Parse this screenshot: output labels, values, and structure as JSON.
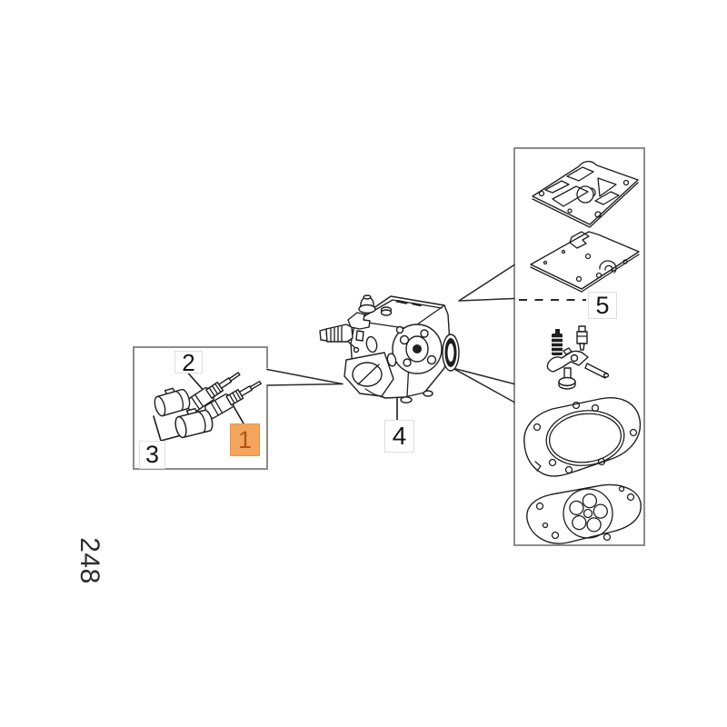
{
  "page": {
    "number": "248"
  },
  "diagram": {
    "callouts": {
      "item1": {
        "label": "1",
        "highlighted": true
      },
      "item2": {
        "label": "2",
        "highlighted": false
      },
      "item3": {
        "label": "3",
        "highlighted": false
      },
      "item4": {
        "label": "4",
        "highlighted": false
      },
      "item5": {
        "label": "5",
        "highlighted": false
      }
    },
    "colors": {
      "background": "#ffffff",
      "line_art": "#1f1f1f",
      "group_box_border": "#8c8c8c",
      "label_box_border": "#dedede",
      "highlight_fill": "#f3a55e",
      "highlight_border": "#eb9440",
      "highlight_text": "#b35417",
      "label_text": "#141414",
      "page_number_color": "#2d2d2d"
    }
  }
}
